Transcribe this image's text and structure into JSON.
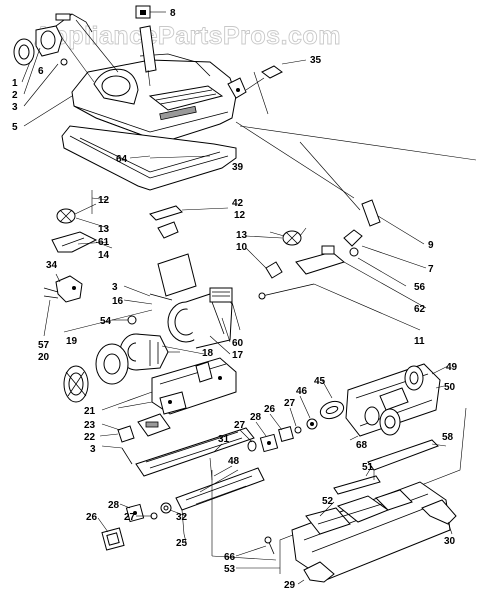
{
  "watermark": "AppliancePartsPros.com",
  "callouts": [
    {
      "id": "8",
      "text": "8"
    },
    {
      "id": "35",
      "text": "35"
    },
    {
      "id": "1",
      "text": "1"
    },
    {
      "id": "2",
      "text": "2"
    },
    {
      "id": "6",
      "text": "6"
    },
    {
      "id": "3a",
      "text": "3"
    },
    {
      "id": "5",
      "text": "5"
    },
    {
      "id": "64",
      "text": "64"
    },
    {
      "id": "39",
      "text": "39"
    },
    {
      "id": "12a",
      "text": "12"
    },
    {
      "id": "42",
      "text": "42"
    },
    {
      "id": "12b",
      "text": "12"
    },
    {
      "id": "13a",
      "text": "13"
    },
    {
      "id": "61",
      "text": "61"
    },
    {
      "id": "14",
      "text": "14"
    },
    {
      "id": "13b",
      "text": "13"
    },
    {
      "id": "10",
      "text": "10"
    },
    {
      "id": "9",
      "text": "9"
    },
    {
      "id": "7",
      "text": "7"
    },
    {
      "id": "34",
      "text": "34"
    },
    {
      "id": "3b",
      "text": "3"
    },
    {
      "id": "56",
      "text": "56"
    },
    {
      "id": "16",
      "text": "16"
    },
    {
      "id": "62",
      "text": "62"
    },
    {
      "id": "54",
      "text": "54"
    },
    {
      "id": "11",
      "text": "11"
    },
    {
      "id": "57",
      "text": "57"
    },
    {
      "id": "19",
      "text": "19"
    },
    {
      "id": "60",
      "text": "60"
    },
    {
      "id": "17",
      "text": "17"
    },
    {
      "id": "20",
      "text": "20"
    },
    {
      "id": "18",
      "text": "18"
    },
    {
      "id": "49",
      "text": "49"
    },
    {
      "id": "50",
      "text": "50"
    },
    {
      "id": "45",
      "text": "45"
    },
    {
      "id": "46",
      "text": "46"
    },
    {
      "id": "21",
      "text": "21"
    },
    {
      "id": "27a",
      "text": "27"
    },
    {
      "id": "26a",
      "text": "26"
    },
    {
      "id": "28a",
      "text": "28"
    },
    {
      "id": "27b",
      "text": "27"
    },
    {
      "id": "23",
      "text": "23"
    },
    {
      "id": "68",
      "text": "68"
    },
    {
      "id": "22",
      "text": "22"
    },
    {
      "id": "31",
      "text": "31"
    },
    {
      "id": "3c",
      "text": "3"
    },
    {
      "id": "58",
      "text": "58"
    },
    {
      "id": "48",
      "text": "48"
    },
    {
      "id": "51",
      "text": "51"
    },
    {
      "id": "28b",
      "text": "28"
    },
    {
      "id": "27c",
      "text": "27"
    },
    {
      "id": "52",
      "text": "52"
    },
    {
      "id": "32",
      "text": "32"
    },
    {
      "id": "26b",
      "text": "26"
    },
    {
      "id": "30",
      "text": "30"
    },
    {
      "id": "25",
      "text": "25"
    },
    {
      "id": "66",
      "text": "66"
    },
    {
      "id": "53",
      "text": "53"
    },
    {
      "id": "29",
      "text": "29"
    }
  ]
}
